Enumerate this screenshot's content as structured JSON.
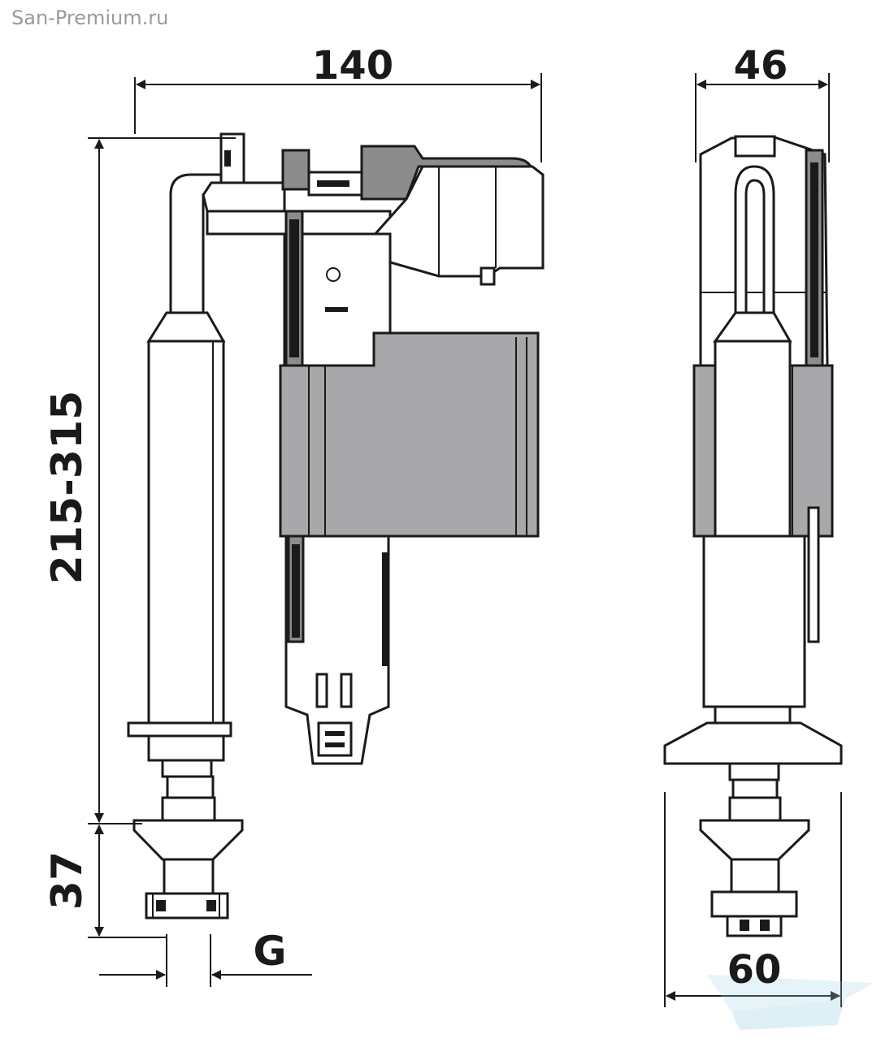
{
  "watermark": "San-Premium.ru",
  "dimensions": {
    "width_front": "140",
    "height_range": "215-315",
    "thread_height": "37",
    "thread_label": "G",
    "width_side": "46",
    "base_width": "60"
  },
  "colors": {
    "line": "#1a1a1a",
    "float_fill": "#a8a8aa",
    "watermark": "#9a9a9a"
  }
}
